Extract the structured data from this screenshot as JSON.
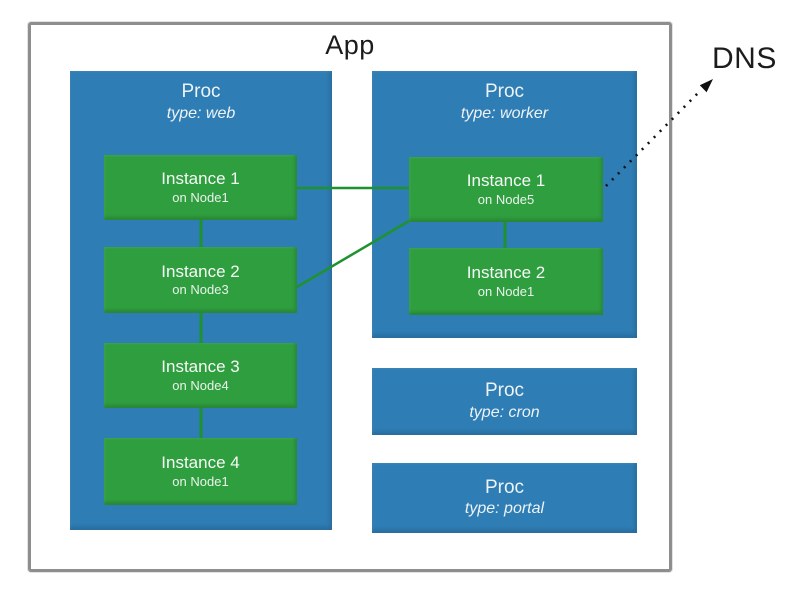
{
  "app": {
    "label": "App"
  },
  "external": {
    "dns_label": "DNS"
  },
  "procs": [
    {
      "title": "Proc",
      "type_label": "type: web",
      "instances": [
        {
          "name": "Instance 1",
          "node": "on Node1"
        },
        {
          "name": "Instance 2",
          "node": "on Node3"
        },
        {
          "name": "Instance 3",
          "node": "on Node4"
        },
        {
          "name": "Instance 4",
          "node": "on Node1"
        }
      ]
    },
    {
      "title": "Proc",
      "type_label": "type: worker",
      "instances": [
        {
          "name": "Instance 1",
          "node": "on Node5"
        },
        {
          "name": "Instance 2",
          "node": "on Node1"
        }
      ]
    },
    {
      "title": "Proc",
      "type_label": "type: cron",
      "instances": []
    },
    {
      "title": "Proc",
      "type_label": "type: portal",
      "instances": []
    }
  ],
  "connections": [
    {
      "from": "web Instance 1",
      "to": "web Instance 2",
      "style": "solid"
    },
    {
      "from": "web Instance 2",
      "to": "web Instance 3",
      "style": "solid"
    },
    {
      "from": "web Instance 3",
      "to": "web Instance 4",
      "style": "solid"
    },
    {
      "from": "worker Instance 1",
      "to": "worker Instance 2",
      "style": "solid"
    },
    {
      "from": "web Instance 1",
      "to": "worker Instance 1",
      "style": "solid"
    },
    {
      "from": "web Instance 2",
      "to": "worker Instance 1",
      "style": "solid"
    },
    {
      "from": "worker Instance 1",
      "to": "DNS",
      "style": "dotted-arrow"
    }
  ],
  "colors": {
    "proc_blue": "#2e7db4",
    "instance_green": "#2f9e3f",
    "connector_green": "#1f9230",
    "border_gray": "#8e8e8e",
    "text_dark": "#1c1c1c",
    "text_light": "#eef3f6",
    "arrow_black": "#111111"
  }
}
